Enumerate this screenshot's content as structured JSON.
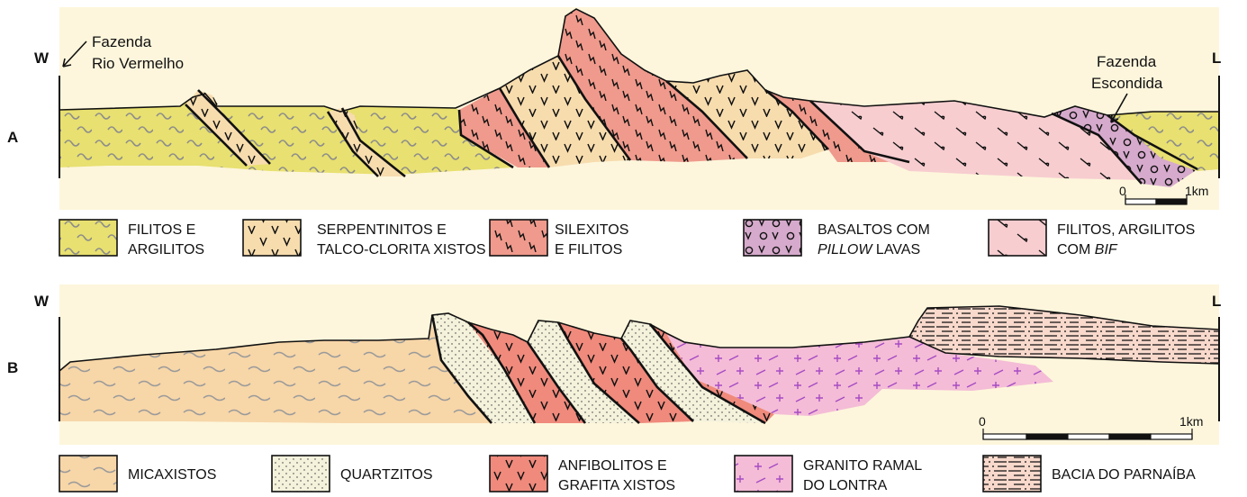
{
  "sectionA": {
    "label": "A",
    "west": "W",
    "east": "L",
    "place1_line1": "Fazenda",
    "place1_line2": "Rio Vermelho",
    "place2_line1": "Fazenda",
    "place2_line2": "Escondida",
    "scale_start": "0",
    "scale_end": "1km"
  },
  "sectionB": {
    "label": "B",
    "west": "W",
    "east": "L",
    "scale_start": "0",
    "scale_end": "1km"
  },
  "legendA": [
    {
      "line1": "FILITOS E",
      "line2": "ARGILITOS",
      "color": "#e8e070"
    },
    {
      "line1": "SERPENTINITOS E",
      "line2": "TALCO-CLORITA XISTOS",
      "color": "#f7dcae"
    },
    {
      "line1": "SILEXITOS",
      "line2": "E FILITOS",
      "color": "#ef9a8c"
    },
    {
      "line1": "BASALTOS COM",
      "line2a": "PILLOW",
      "line2b": " LAVAS",
      "color": "#d6aacc"
    },
    {
      "line1": "FILITOS, ARGILITOS",
      "line2a": "COM ",
      "line2b": "BIF",
      "color": "#f7cdd0"
    }
  ],
  "legendB": [
    {
      "text": "MICAXISTOS",
      "color": "#f7d6a8"
    },
    {
      "text": "QUARTZITOS",
      "color": "#f5f2dc"
    },
    {
      "line1": "ANFIBOLITOS E",
      "line2": "GRAFITA XISTOS",
      "color": "#ef8a7c"
    },
    {
      "line1": "GRANITO RAMAL",
      "line2": "DO LONTRA",
      "color": "#f4bcd6"
    },
    {
      "text": "BACIA DO PARNAÍBA",
      "color": "#f8d9cc"
    }
  ],
  "colors": {
    "panel_bg": "#fdf6dc",
    "filitos": "#e8e070",
    "serpentinitos": "#f7dcae",
    "silexitos": "#ef9a8c",
    "basaltos": "#d6aacc",
    "filitos_bif": "#f7cdd0",
    "micaxistos": "#f7d6a8",
    "quartzitos": "#f5f2dc",
    "anfibolitos": "#ef8a7c",
    "granito": "#f4bcd6",
    "parnaiba": "#f8d9cc",
    "granite_mark": "#a64bc4",
    "wave_mark": "#909090"
  }
}
